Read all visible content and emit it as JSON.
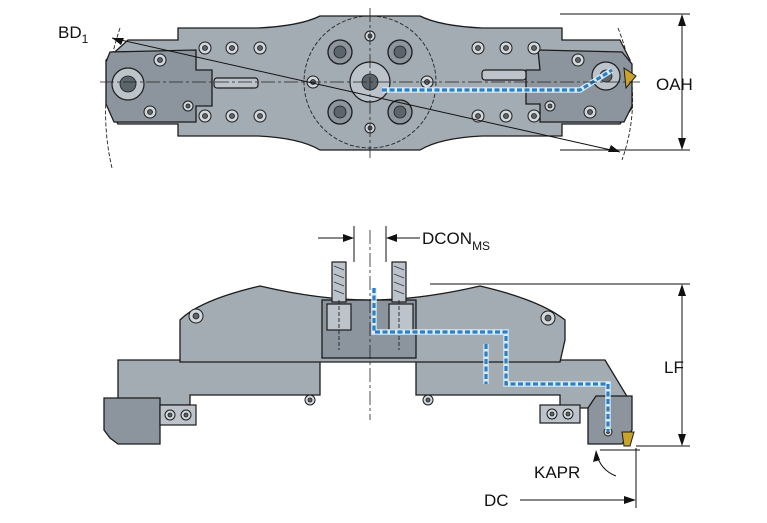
{
  "labels": {
    "bd": "BD",
    "bd_sub": "1",
    "oah": "OAH",
    "dcon": "DCON",
    "dcon_sub": "MS",
    "lf": "LF",
    "kapr": "KAPR",
    "dc": "DC"
  },
  "colors": {
    "body": "#a3abb3",
    "coolant": "#2f7fc0",
    "outline": "#1c1c1c"
  }
}
